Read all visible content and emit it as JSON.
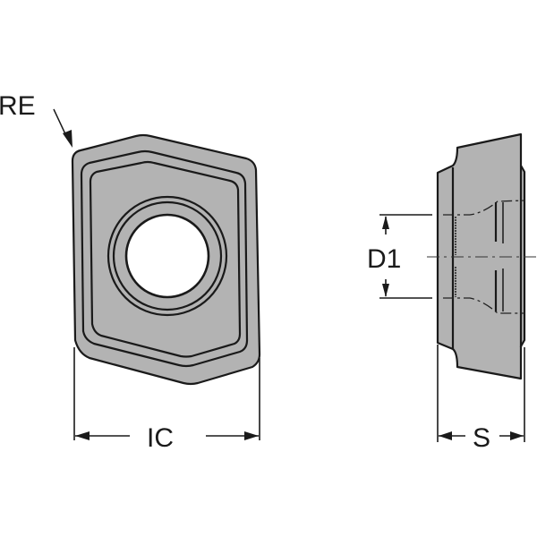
{
  "diagram": {
    "type": "technical-drawing",
    "subject": "indexable milling insert",
    "colors": {
      "insert_fill": "#b3b3b3",
      "line": "#1a1a1a",
      "background": "#ffffff"
    },
    "views": {
      "top": {
        "name": "top-view"
      },
      "side": {
        "name": "side-view"
      }
    },
    "labels": {
      "re": "RE",
      "ic": "IC",
      "d1": "D1",
      "s": "S"
    }
  }
}
